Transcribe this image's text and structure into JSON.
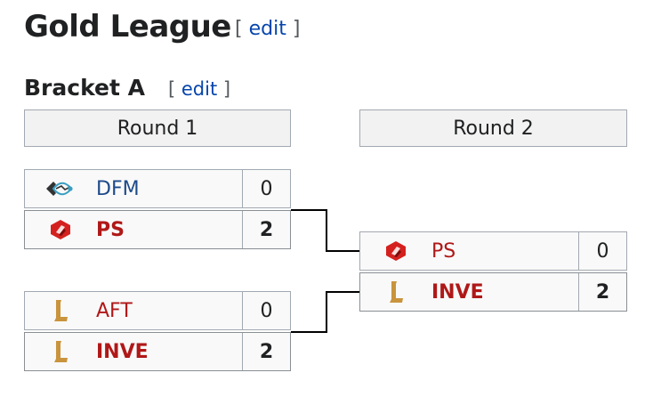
{
  "league": {
    "title": "Gold League",
    "edit_label": "edit",
    "bracket_open": "[",
    "bracket_close": "]"
  },
  "bracket": {
    "title": "Bracket A",
    "edit_label": "edit"
  },
  "rounds": [
    {
      "label": "Round 1"
    },
    {
      "label": "Round 2"
    }
  ],
  "matches": [
    {
      "teams": [
        {
          "name": "DFM",
          "score": "0",
          "logo": "dfm-logo-icon",
          "winner": false
        },
        {
          "name": "PS",
          "score": "2",
          "logo": "ps-logo-icon",
          "winner": true
        }
      ]
    },
    {
      "teams": [
        {
          "name": "AFT",
          "score": "0",
          "logo": "aft-logo-icon",
          "winner": false
        },
        {
          "name": "INVE",
          "score": "2",
          "logo": "inve-logo-icon",
          "winner": true
        }
      ]
    },
    {
      "teams": [
        {
          "name": "PS",
          "score": "0",
          "logo": "ps-logo-icon",
          "winner": false
        },
        {
          "name": "INVE",
          "score": "2",
          "logo": "inve-logo-icon",
          "winner": true
        }
      ]
    }
  ],
  "colors": {
    "winner_text": "#b01818",
    "link": "#0645ad",
    "header_bg": "#f2f2f2",
    "row_bg": "#f9f9f9"
  }
}
